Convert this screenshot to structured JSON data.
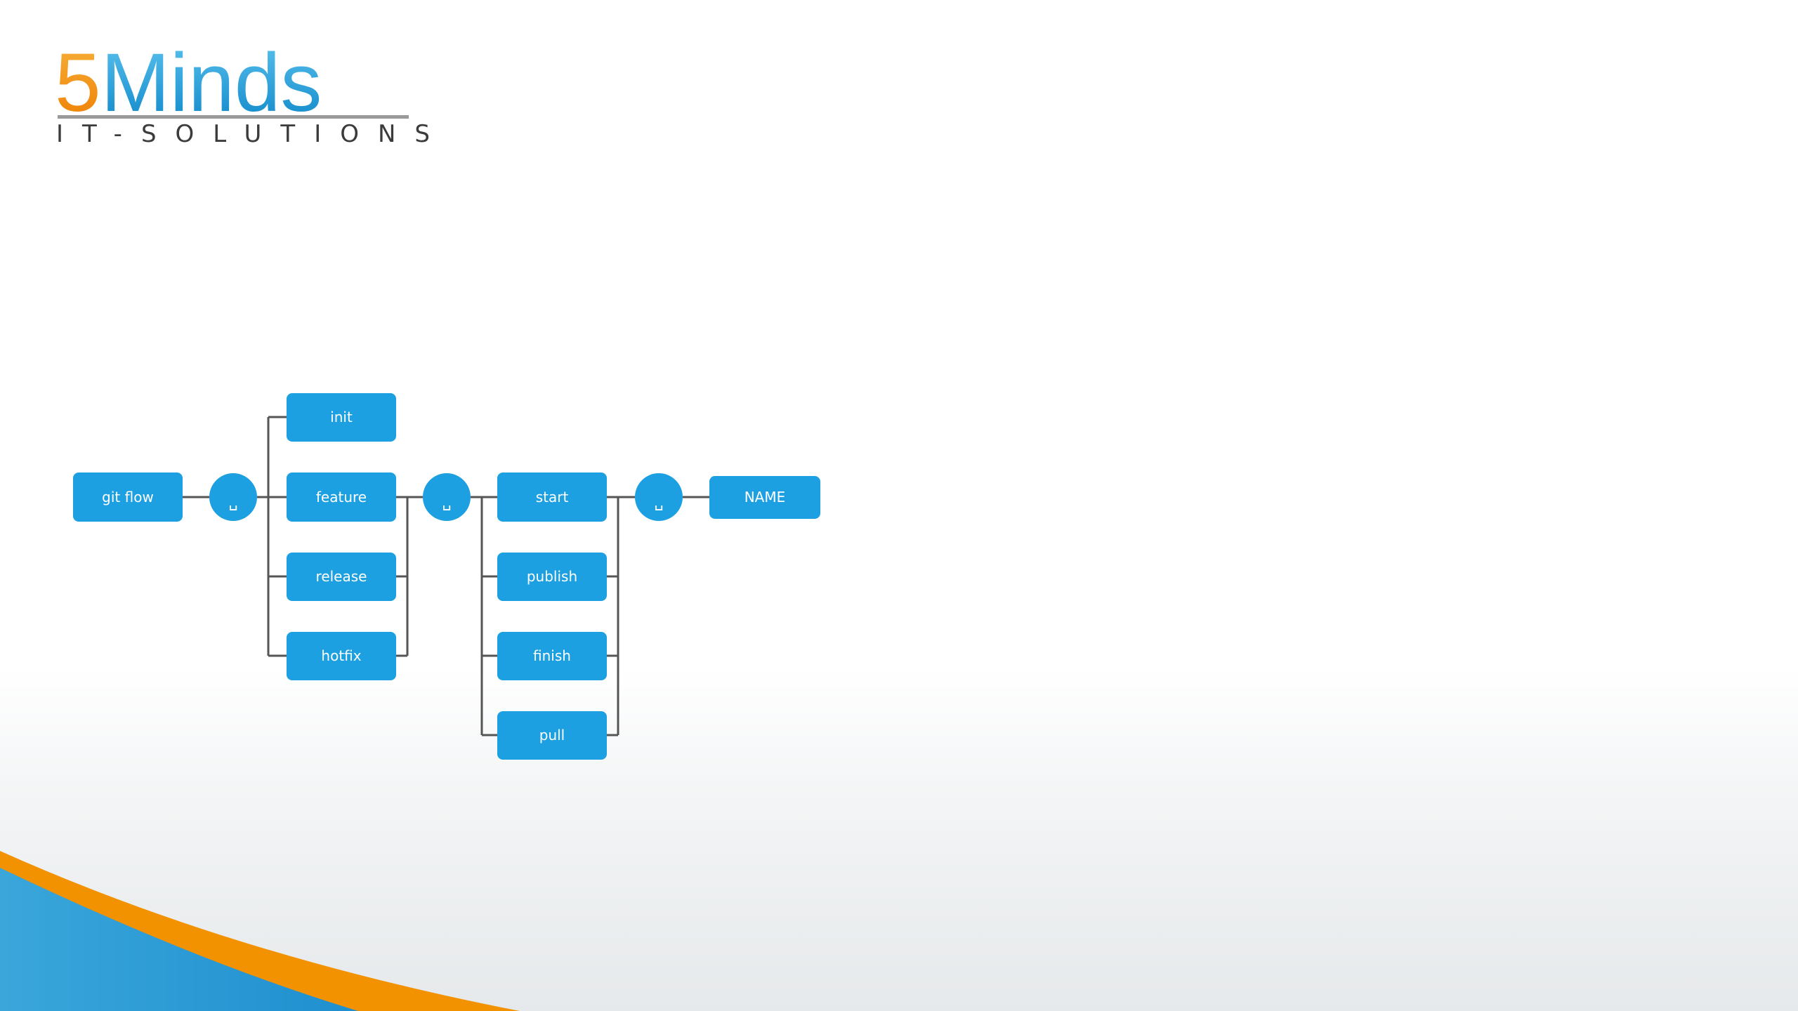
{
  "logo": {
    "main_digit": "5",
    "main_word": "Minds",
    "subtitle": "IT-SOLUTIONS"
  },
  "colors": {
    "node": "#1da0e1",
    "connector": "#555555",
    "logo_orange": "#f39200",
    "logo_blue": "#1a9ad6",
    "swoosh_blue": "#2b9ad4",
    "swoosh_orange": "#f39200"
  },
  "diagram": {
    "command": "git flow",
    "space_symbol": "␣",
    "subcommands": [
      "init",
      "feature",
      "release",
      "hotfix"
    ],
    "actions": [
      "start",
      "publish",
      "finish",
      "pull"
    ],
    "argument": "NAME"
  }
}
